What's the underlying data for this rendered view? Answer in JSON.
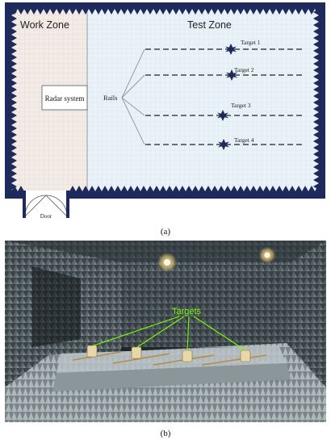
{
  "diagram": {
    "work_zone_label": "Work Zone",
    "test_zone_label": "Test Zone",
    "radar_label": "Radar system",
    "rails_label": "Rails",
    "door_label": "Door",
    "targets": [
      {
        "label": "Target 1"
      },
      {
        "label": "Target 2"
      },
      {
        "label": "Target 3"
      },
      {
        "label": "Target 4"
      }
    ],
    "caption": "(a)"
  },
  "photo": {
    "targets_label": "Targets",
    "caption": "(b)"
  },
  "colors": {
    "work_zone_fill": "#f3ebe5",
    "test_zone_fill": "#e8f2f8",
    "absorber": "#1f2a5c",
    "label_green": "#7cfc00",
    "chamber_dark": "#20272b",
    "foam": "#8f9aa0"
  }
}
